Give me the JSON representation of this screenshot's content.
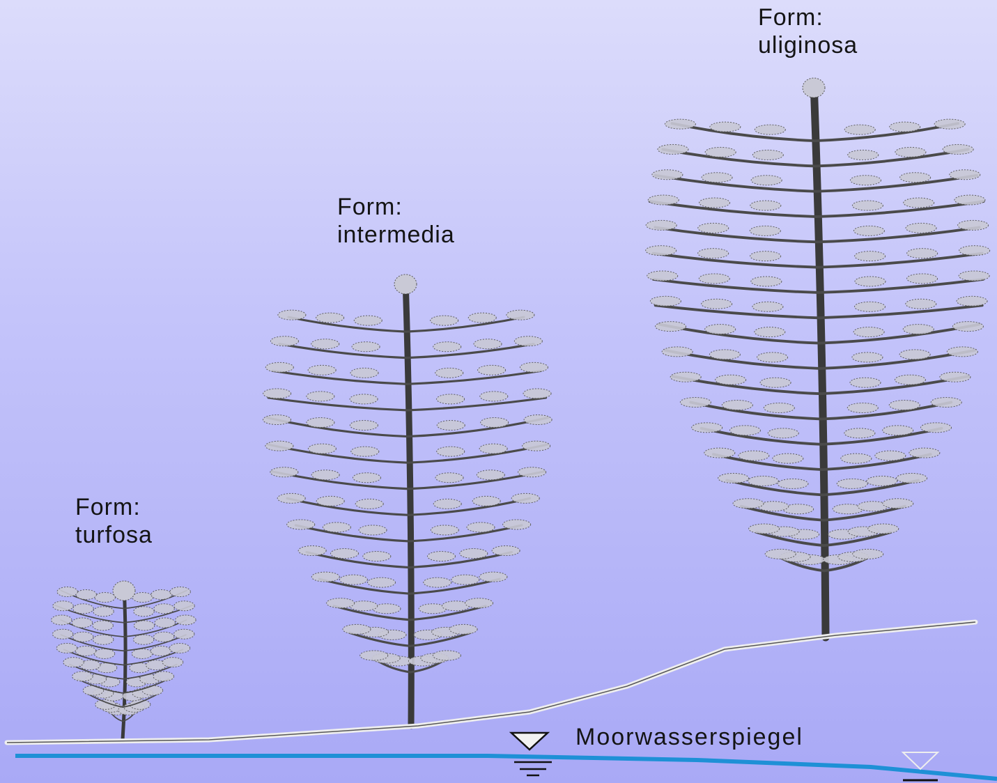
{
  "forms": [
    {
      "id": "turfosa",
      "prefix": "Form:",
      "name": "turfosa"
    },
    {
      "id": "intermedia",
      "prefix": "Form:",
      "name": "intermedia"
    },
    {
      "id": "uliginosa",
      "prefix": "Form:",
      "name": "uliginosa"
    }
  ],
  "water_label": "Moorwasserspiegel",
  "colors": {
    "background_top": "#dcdcfb",
    "background_bottom": "#a9a9f6",
    "water_line": "#1e90d6",
    "drawing": "#3a3a3a"
  }
}
